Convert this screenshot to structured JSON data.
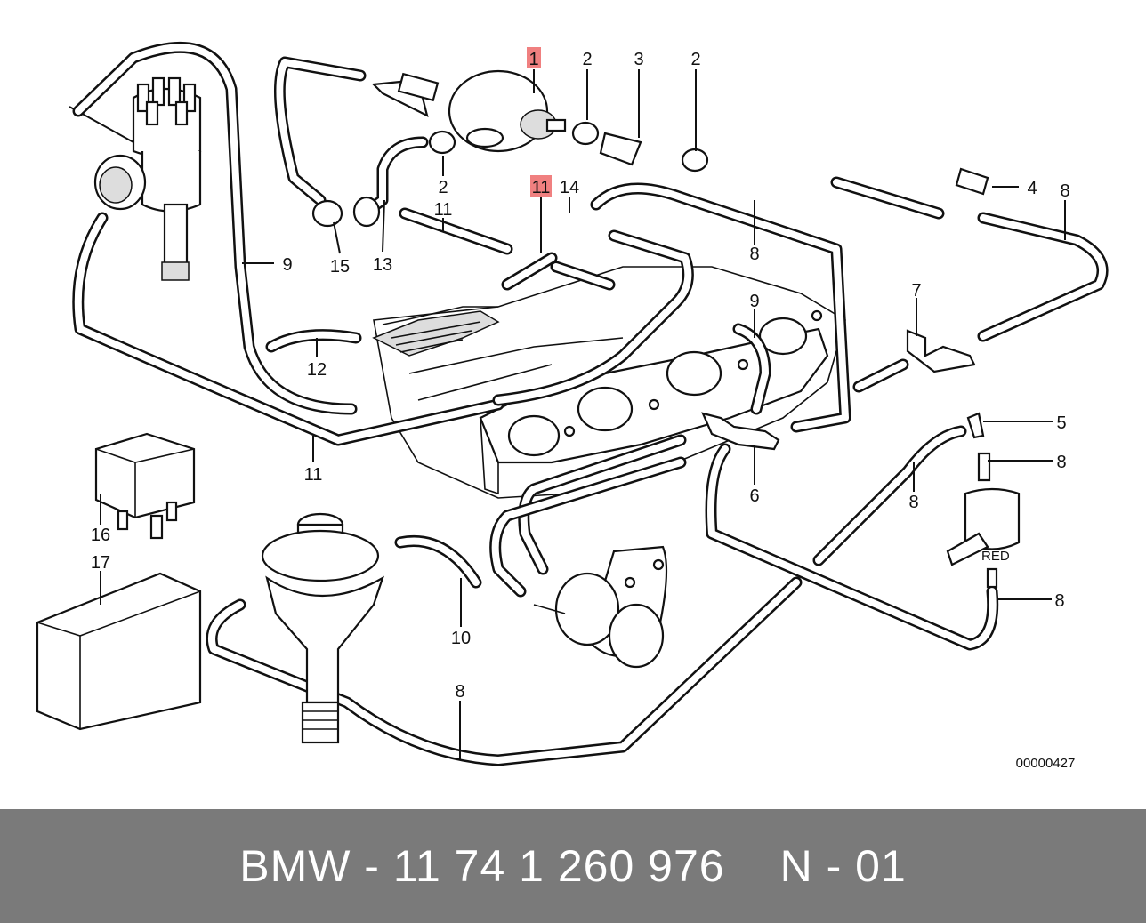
{
  "diagram": {
    "reference_number": "00000427",
    "callouts": {
      "c1": "1",
      "c2a": "2",
      "c3": "3",
      "c2b": "2",
      "c2c": "2",
      "c4": "4",
      "c8a": "8",
      "c9a": "9",
      "c11a": "11",
      "c11b": "11",
      "c14": "14",
      "c15": "15",
      "c13": "13",
      "c8b": "8",
      "c7": "7",
      "c9b": "9",
      "c12": "12",
      "c5": "5",
      "c8c": "8",
      "c11c": "11",
      "c6": "6",
      "c8d": "8",
      "c16": "16",
      "c17": "17",
      "c8e": "8",
      "c10": "10",
      "c8f": "8"
    },
    "highlight_color": "#f08080"
  },
  "footer": {
    "part_text": "BMW - 11 74 1 260 976",
    "page_text": "N - 01",
    "background": "#7a7a7a"
  }
}
